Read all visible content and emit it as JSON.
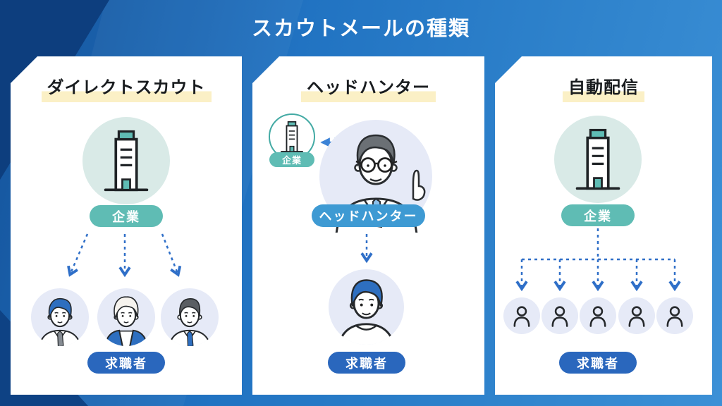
{
  "main_title": "スカウトメールの種類",
  "colors": {
    "background_blue": "#2173c2",
    "background_navy": "#0d3e7e",
    "card_white": "#ffffff",
    "highlight_yellow": "#fbf0c6",
    "teal_accent": "#5fbcb4",
    "mint_circle": "#d9eae7",
    "lavender_circle": "#e6eaf7",
    "primary_blue_pill": "#2a67bd",
    "headhunter_pill_blue": "#3e9ad3",
    "arrow_blue": "#2f6fc8"
  },
  "panels": [
    {
      "title": "ダイレクトスカウト",
      "sender_label": "企業",
      "receiver_label": "求職者",
      "receiver_count": 3
    },
    {
      "title": "ヘッドハンター",
      "company_label": "企業",
      "agent_label": "ヘッドハンター",
      "receiver_label": "求職者",
      "receiver_count": 1
    },
    {
      "title": "自動配信",
      "sender_label": "企業",
      "receiver_label": "求職者",
      "receiver_count": 5
    }
  ]
}
